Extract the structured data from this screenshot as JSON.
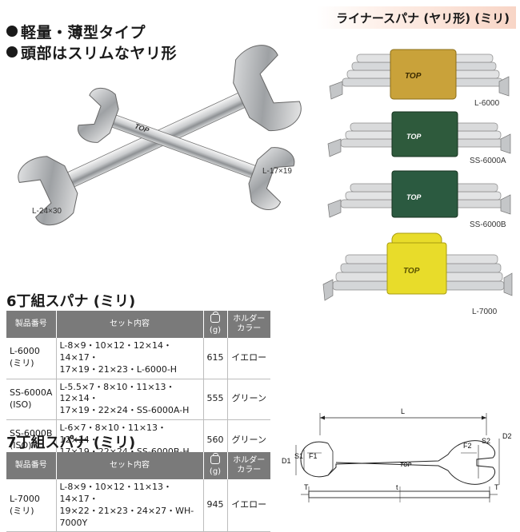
{
  "header": {
    "title": "ライナースパナ (ヤリ形) (ミリ)"
  },
  "features": [
    "軽量・薄型タイプ",
    "頭部はスリムなヤリ形"
  ],
  "wrench_photo_labels": {
    "large": "L-24×30",
    "small": "L-17×19"
  },
  "wrench_marks": {
    "large_head": "30",
    "large_tail": "24",
    "small_head": "17",
    "small_tail": "19",
    "brand": "TOP"
  },
  "set_photos": [
    {
      "label": "L-6000",
      "holder_color": "#c9a23a",
      "brand": "TOP"
    },
    {
      "label": "SS-6000A",
      "holder_color": "#2e5a3c",
      "brand": "TOP"
    },
    {
      "label": "SS-6000B",
      "holder_color": "#2b5a40",
      "brand": "TOP"
    },
    {
      "label": "L-7000",
      "holder_color": "#e8dc2a",
      "brand": "TOP"
    }
  ],
  "table6": {
    "title": "6丁組スパナ (ミリ)",
    "headers": [
      "製品番号",
      "セット内容",
      "(g)",
      "ホルダー\nカラー"
    ],
    "rows": [
      {
        "model": "L-6000\n(ミリ)",
        "content": "L-8×9・10×12・12×14・14×17・\n17×19・21×23・L-6000-H",
        "weight": "615",
        "holder": "イエロー"
      },
      {
        "model": "SS-6000A\n(ISO)",
        "content": "L-5.5×7・8×10・11×13・12×14・\n17×19・22×24・SS-6000A-H",
        "weight": "555",
        "holder": "グリーン"
      },
      {
        "model": "SS-6000B\n(ISO)",
        "content": "L-6×7・8×10・11×13・12×14・\n17×19・22×24・SS-6000B-H",
        "weight": "560",
        "holder": "グリーン"
      }
    ]
  },
  "table7": {
    "title": "7丁組スパナ (ミリ)",
    "headers": [
      "製品番号",
      "セット内容",
      "(g)",
      "ホルダー\nカラー"
    ],
    "rows": [
      {
        "model": "L-7000\n(ミリ)",
        "content": "L-8×9・10×12・11×13・14×17・\n19×22・21×23・24×27・WH-7000Y",
        "weight": "945",
        "holder": "イエロー"
      }
    ]
  },
  "diagram": {
    "labels": {
      "L": "L",
      "D1": "D1",
      "S1": "S1",
      "F1": "F1",
      "F2": "F2",
      "S2": "S2",
      "D2": "D2",
      "T_left": "T",
      "t": "t",
      "T_right": "T"
    },
    "brand": "TOP"
  }
}
